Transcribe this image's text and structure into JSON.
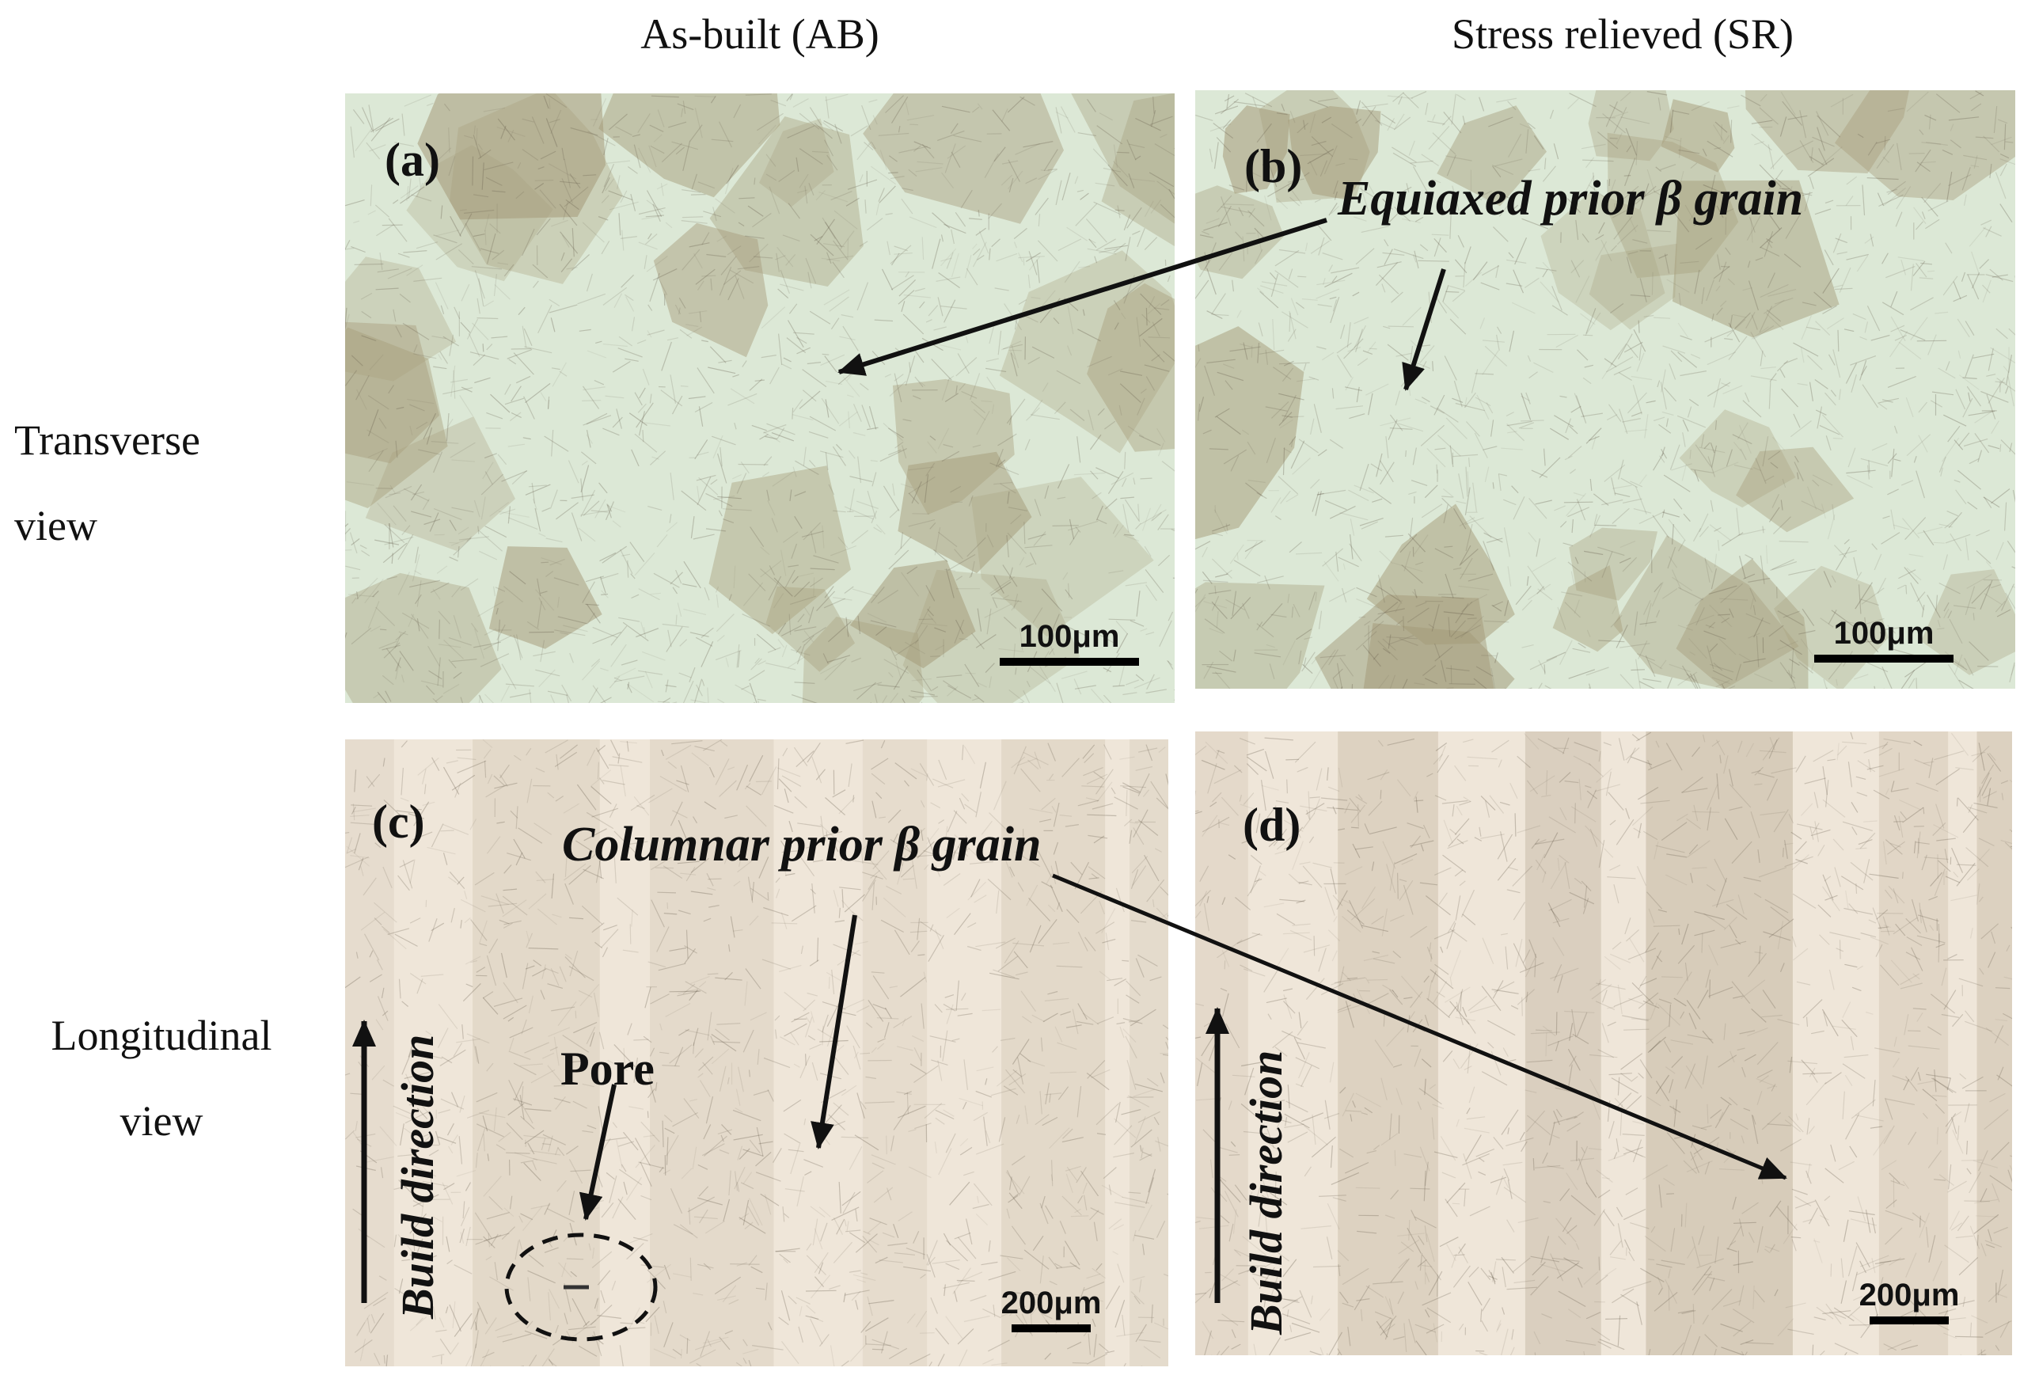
{
  "columns": {
    "left": "As-built (AB)",
    "right": "Stress relieved (SR)"
  },
  "rows": {
    "top": {
      "line1": "Transverse",
      "line2": "view"
    },
    "bottom": {
      "line1": "Longitudinal",
      "line2": "view"
    }
  },
  "panels": {
    "a": {
      "label": "(a)",
      "scale": "100μm"
    },
    "b": {
      "label": "(b)",
      "scale": "100μm"
    },
    "c": {
      "label": "(c)",
      "scale": "200μm"
    },
    "d": {
      "label": "(d)",
      "scale": "200μm"
    }
  },
  "annotations": {
    "equiaxed": "Equiaxed prior β grain",
    "columnar": "Columnar prior β grain",
    "pore": "Pore",
    "build_direction": "Build direction"
  },
  "colors": {
    "transverse_bg": "#dce8d6",
    "transverse_grain": "#a49a78",
    "longitudinal_bg": "#efe6d9",
    "longitudinal_grain": "#b3a58c",
    "ink": "#111111"
  }
}
